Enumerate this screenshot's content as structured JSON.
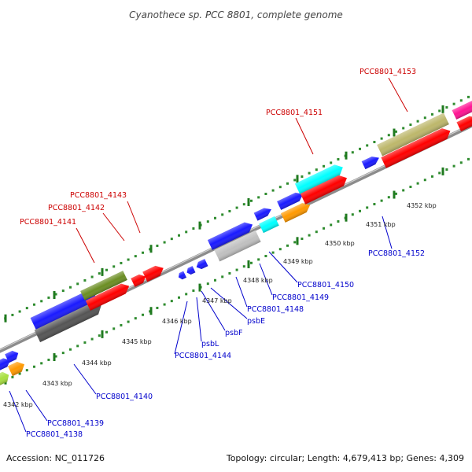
{
  "title": "Cyanothece sp. PCC 8801, complete genome",
  "footer": {
    "accession": "Accession: NC_011726",
    "summary": "Topology: circular; Length: 4,679,413 bp; Genes: 4,309"
  },
  "colors": {
    "backbone": "#8c8c8c",
    "ticks": "#2e8b2e",
    "top_label": "#cc0000",
    "bottom_label": "#0000cc"
  },
  "kbp_labels": [
    "4342 kbp",
    "4343 kbp",
    "4344 kbp",
    "4345 kbp",
    "4346 kbp",
    "4347 kbp",
    "4348 kbp",
    "4349 kbp",
    "4350 kbp",
    "4351 kbp",
    "4352 kbp"
  ],
  "top_labels": [
    "PCC8801_4141",
    "PCC8801_4142",
    "PCC8801_4143",
    "PCC8801_4151",
    "PCC8801_4153"
  ],
  "bottom_labels": [
    "PCC8801_4138",
    "PCC8801_4139",
    "PCC8801_4140",
    "PCC8801_4144",
    "psbL",
    "psbF",
    "psbE",
    "PCC8801_4148",
    "PCC8801_4149",
    "PCC8801_4150",
    "PCC8801_4152"
  ]
}
